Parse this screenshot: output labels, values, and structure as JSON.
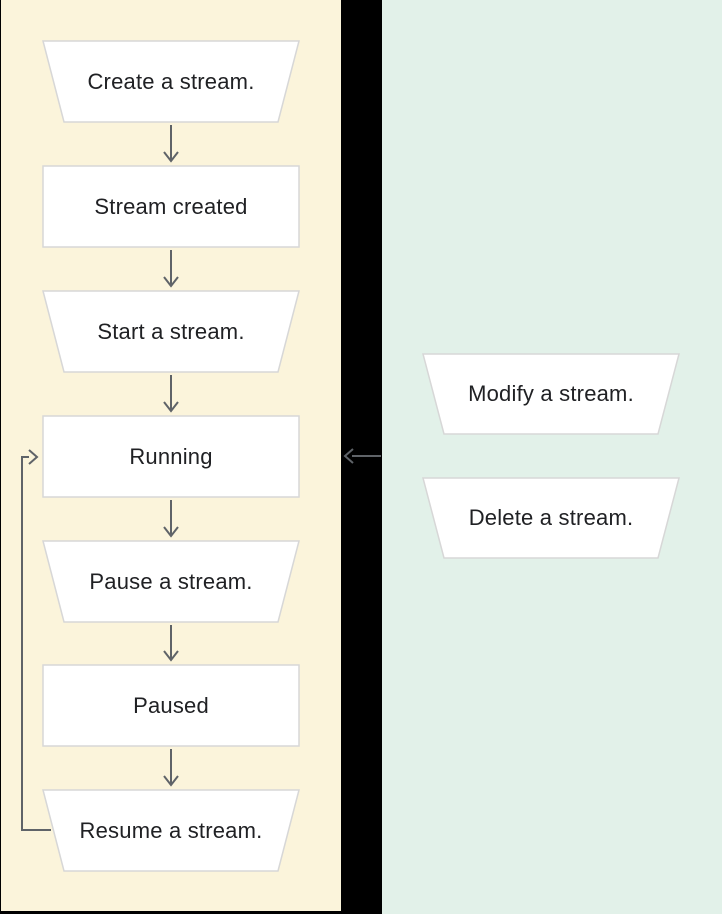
{
  "flow": {
    "left_nodes": [
      {
        "label": "Create a stream.",
        "shape": "trapezoid"
      },
      {
        "label": "Stream created",
        "shape": "rectangle"
      },
      {
        "label": "Start a stream.",
        "shape": "trapezoid"
      },
      {
        "label": "Running",
        "shape": "rectangle"
      },
      {
        "label": "Pause a stream.",
        "shape": "trapezoid"
      },
      {
        "label": "Paused",
        "shape": "rectangle"
      },
      {
        "label": "Resume a stream.",
        "shape": "trapezoid"
      }
    ],
    "right_nodes": [
      {
        "label": "Modify a stream.",
        "shape": "trapezoid"
      },
      {
        "label": "Delete a stream.",
        "shape": "trapezoid"
      }
    ],
    "edges": [
      {
        "from": "Create a stream.",
        "to": "Stream created",
        "type": "down"
      },
      {
        "from": "Stream created",
        "to": "Start a stream.",
        "type": "down"
      },
      {
        "from": "Start a stream.",
        "to": "Running",
        "type": "down"
      },
      {
        "from": "Running",
        "to": "Pause a stream.",
        "type": "down"
      },
      {
        "from": "Pause a stream.",
        "to": "Paused",
        "type": "down"
      },
      {
        "from": "Paused",
        "to": "Resume a stream.",
        "type": "down"
      },
      {
        "from": "Resume a stream.",
        "to": "Running",
        "type": "loop-back-left"
      },
      {
        "from": "actions-panel",
        "to": "Running",
        "type": "left-cross-gutter"
      }
    ]
  },
  "colors": {
    "page_bg": "#000000",
    "lifecycle_bg": "#fbf4db",
    "actions_bg": "#e2f1e9",
    "node_fill": "#ffffff",
    "node_border": "#d7d7d7",
    "arrow": "#5f6368",
    "text": "#202124"
  }
}
